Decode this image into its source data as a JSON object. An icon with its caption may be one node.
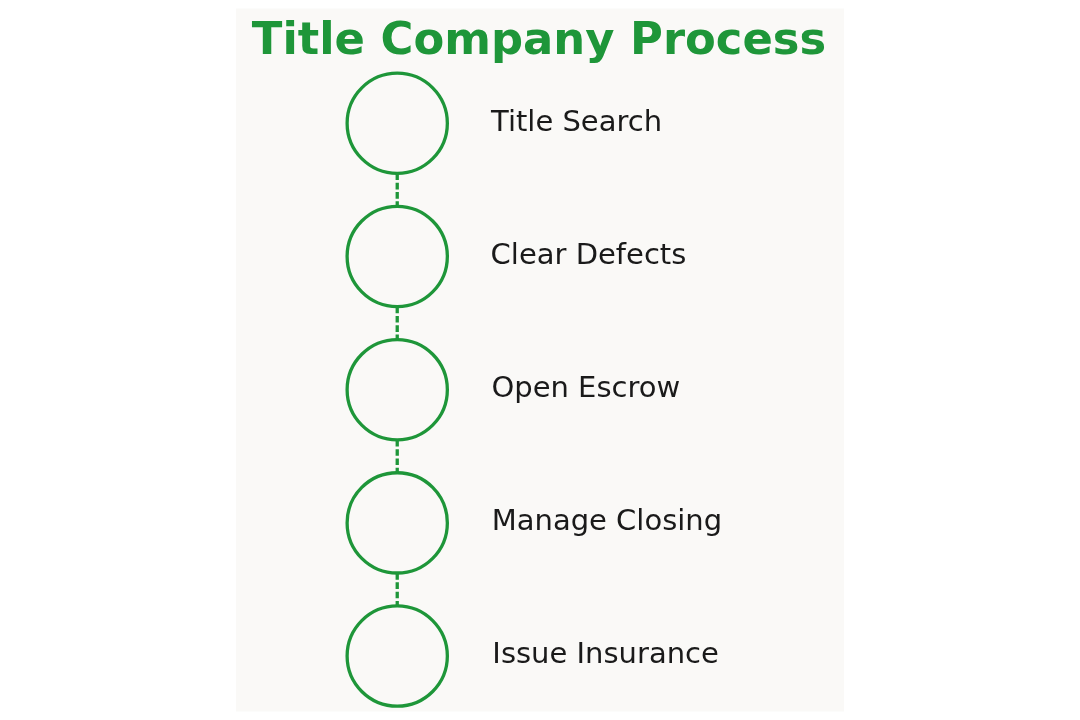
{
  "diagram": {
    "title": "Title Company Process",
    "nodes": [
      {
        "text": [],
        "shape": "circle",
        "beside": [
          "Title Search"
        ]
      },
      {
        "text": [],
        "shape": "circle",
        "beside": [
          "Clear Defects"
        ]
      },
      {
        "text": [],
        "shape": "circle",
        "beside": [
          "Open Escrow"
        ]
      },
      {
        "text": [],
        "shape": "circle",
        "beside": [
          "Manage Closing"
        ]
      },
      {
        "text": [],
        "shape": "circle",
        "beside": [
          "Issue Insurance"
        ]
      }
    ],
    "edges": [
      {
        "from": 0,
        "to": 1,
        "arrow": "none",
        "style": "dashed"
      },
      {
        "from": 1,
        "to": 2,
        "arrow": "none",
        "style": "dashed"
      },
      {
        "from": 2,
        "to": 3,
        "arrow": "none",
        "style": "dashed"
      },
      {
        "from": 3,
        "to": 4,
        "arrow": "none",
        "style": "dashed"
      }
    ]
  }
}
